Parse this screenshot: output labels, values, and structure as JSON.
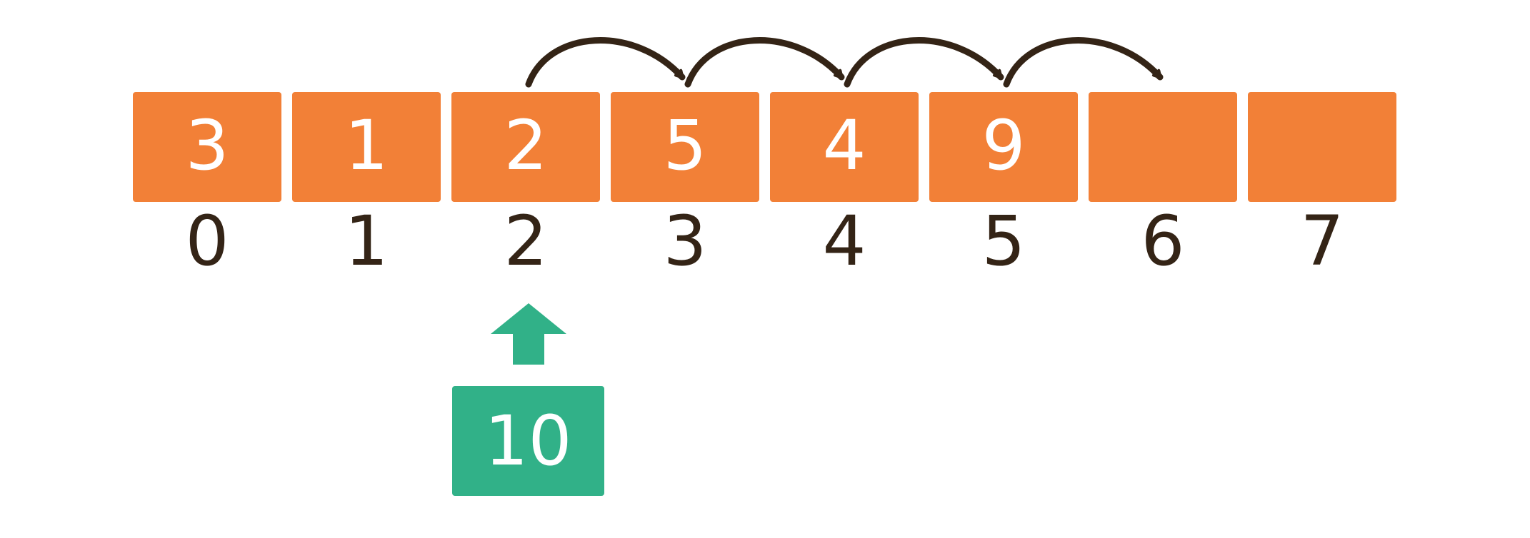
{
  "cells": [
    {
      "index": "0",
      "value": "3"
    },
    {
      "index": "1",
      "value": "1"
    },
    {
      "index": "2",
      "value": "2"
    },
    {
      "index": "3",
      "value": "5"
    },
    {
      "index": "4",
      "value": "4"
    },
    {
      "index": "5",
      "value": "9"
    },
    {
      "index": "6",
      "value": ""
    },
    {
      "index": "7",
      "value": ""
    }
  ],
  "insert_value": "10",
  "insert_at_index": 2,
  "shifts": [
    {
      "from": 2,
      "to": 3
    },
    {
      "from": 3,
      "to": 4
    },
    {
      "from": 4,
      "to": 5
    },
    {
      "from": 5,
      "to": 6
    }
  ],
  "colors": {
    "cell": "#f28037",
    "new_value": "#31b188",
    "ink": "#342416",
    "cell_text": "#ffffff"
  },
  "icons": {
    "insert_arrow": "up-arrow-icon",
    "shift_arrow": "curved-arrow-icon"
  }
}
